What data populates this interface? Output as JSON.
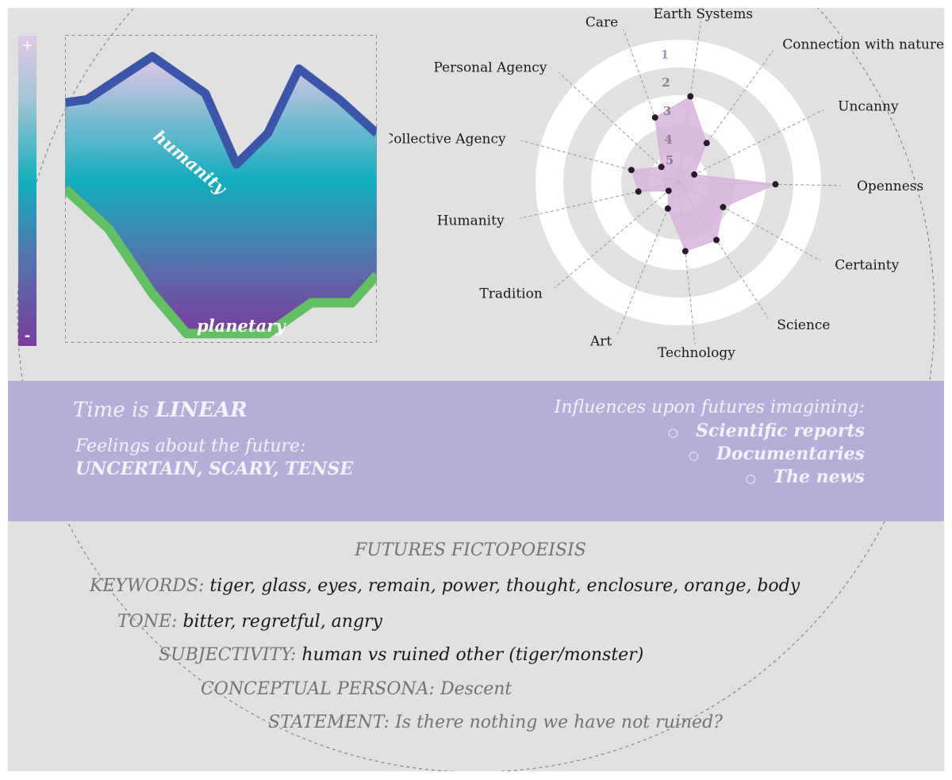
{
  "colors": {
    "background": "#e1e1e1",
    "humanity_line": "#3b56a8",
    "planetary_line": "#62bf62",
    "band": "#b4afd9",
    "radar_fill": "#d9b4dc",
    "gradient_top": "#e3c8e6",
    "gradient_mid": "#12aebd",
    "gradient_bottom": "#7c3c9e"
  },
  "scale_bar": {
    "plus": "+",
    "minus": "-"
  },
  "chart_data": [
    {
      "type": "area",
      "labels": {
        "top_line": "humanity",
        "bottom_line": "planetary"
      },
      "x": [
        0,
        1,
        2,
        3,
        4,
        5,
        6,
        7,
        8,
        9,
        10
      ],
      "series": [
        {
          "name": "humanity",
          "values": [
            0.78,
            0.79,
            0.93,
            0.81,
            0.58,
            0.68,
            0.89,
            0.79,
            0.68
          ]
        },
        {
          "name": "planetary",
          "values": [
            0.5,
            0.37,
            0.16,
            0.03,
            0.03,
            0.03,
            0.13,
            0.13,
            0.22
          ]
        }
      ],
      "ylim": [
        0,
        1
      ]
    },
    {
      "type": "radar",
      "axes": [
        "Earth Systems",
        "Connection with nature",
        "Uncanny",
        "Openness",
        "Certainty",
        "Science",
        "Technology",
        "Art",
        "Tradition",
        "Humanity",
        "Collective Agency",
        "Personal Agency",
        "Care"
      ],
      "ring_labels": [
        "1",
        "2",
        "3",
        "4",
        "5"
      ],
      "rlim": [
        1,
        5.5
      ],
      "values": [
        2.1,
        3.6,
        4.8,
        1.7,
        3.5,
        2.8,
        2.8,
        4.4,
        5.0,
        3.9,
        3.6,
        4.6,
        2.8
      ]
    }
  ],
  "band": {
    "time_prefix": "Time is ",
    "time_value": "LINEAR",
    "feelings_label": "Feelings about the future:",
    "feelings_value": "UNCERTAIN, SCARY, TENSE",
    "influences_title": "Influences upon futures imagining:",
    "influences": [
      "Scientific reports",
      "Documentaries",
      "The news"
    ]
  },
  "fictopoeisis": {
    "title": "FUTURES FICTOPOEISIS",
    "keywords_label": "KEYWORDS:",
    "keywords_value": "tiger, glass, eyes, remain, power, thought, enclosure, orange, body",
    "tone_label": "TONE:",
    "tone_value": "bitter, regretful, angry",
    "subjectivity_label": "SUBJECTIVITY:",
    "subjectivity_value": "human vs ruined other (tiger/monster)",
    "persona_label": "CONCEPTUAL PERSONA:",
    "persona_value": "Descent",
    "statement_label": "STATEMENT:",
    "statement_value": "Is there nothing we have not ruined?"
  }
}
